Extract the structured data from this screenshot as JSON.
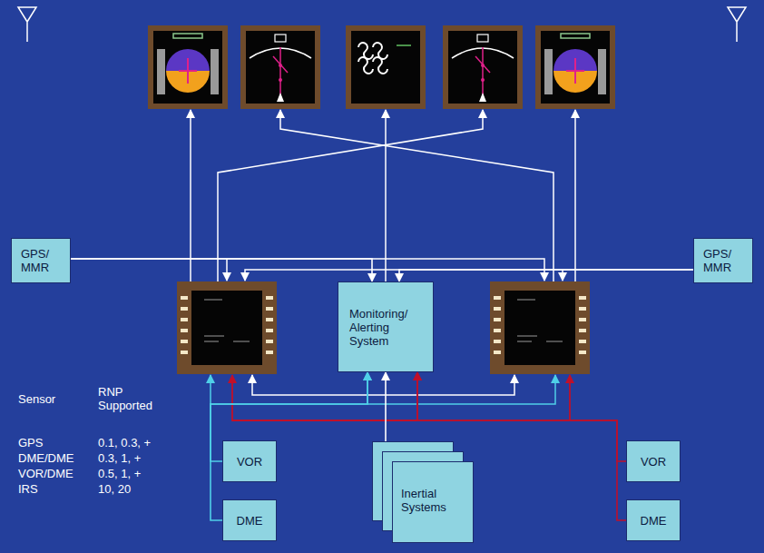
{
  "diagram": {
    "nodes": [
      {
        "text": [
          "GPS/ MMR"
        ]
      },
      {
        "text": [
          "GPS/ MMR"
        ]
      },
      {
        "text": [
          "Monitoring/ Alerting System"
        ]
      },
      {
        "text": [
          "VOR"
        ]
      },
      {
        "text": [
          "DME"
        ]
      },
      {
        "text": [
          "Inertial Systems"
        ]
      },
      {
        "text": [
          "VOR"
        ]
      },
      {
        "text": [
          "DME"
        ]
      }
    ],
    "edges": [
      {
        "from": 0,
        "to": 2,
        "arrow": "to"
      },
      {
        "from": 1,
        "to": 2,
        "arrow": "to"
      },
      {
        "from": 3,
        "to": 2,
        "arrow": "to"
      },
      {
        "from": 4,
        "to": 2,
        "arrow": "to"
      },
      {
        "from": 5,
        "to": 2,
        "arrow": "to"
      },
      {
        "from": 6,
        "to": 2,
        "arrow": "to"
      },
      {
        "from": 7,
        "to": 2,
        "arrow": "to"
      }
    ],
    "labels": [
      "Sensor",
      "RNP Supported",
      "GPS",
      "0.1, 0.3, +",
      "DME/DME",
      "0.3, 1, +",
      "VOR/DME",
      "0.5, 1, +",
      "IRS",
      "10, 20"
    ]
  }
}
